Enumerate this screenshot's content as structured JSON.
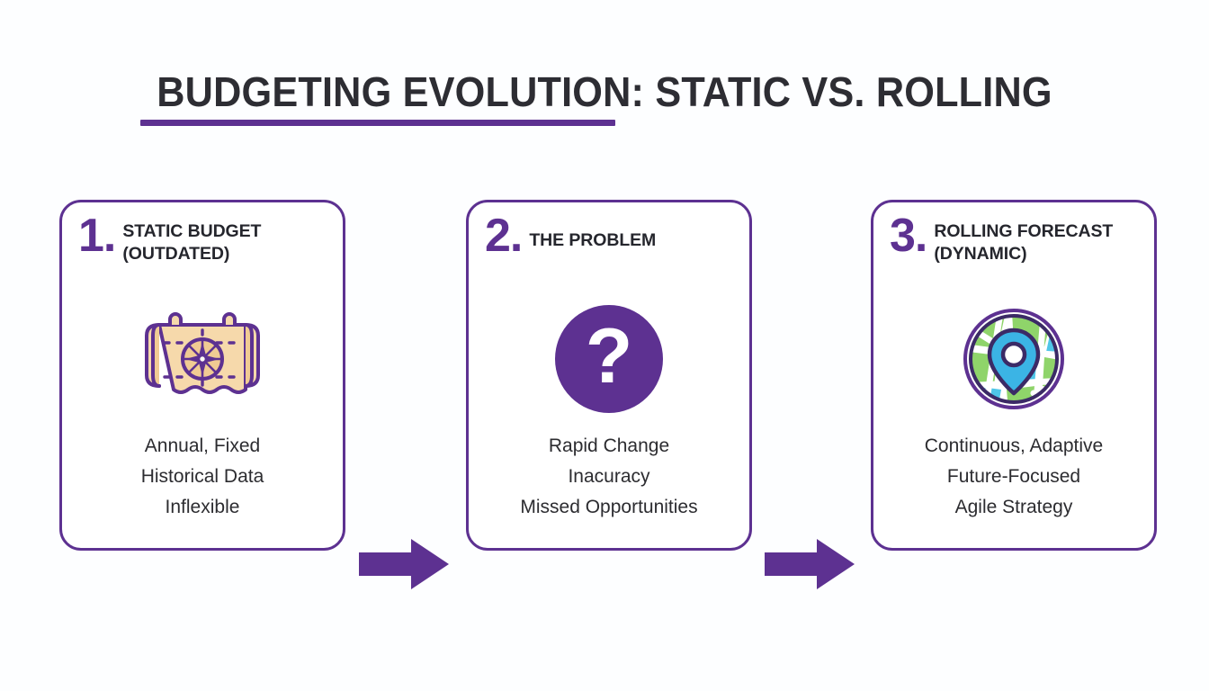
{
  "title": {
    "text": "BUDGETING EVOLUTION: STATIC VS. ROLLING",
    "underline_color": "#5d3191",
    "text_color": "#2d2d33"
  },
  "theme": {
    "background": "#fdfeff",
    "accent_purple": "#5d3191",
    "card_border": "#5d3191",
    "body_text": "#2c2c30",
    "heading_text": "#25262d",
    "map_paper": "#f6d9ab",
    "map_green": "#8fd46a",
    "map_blue": "#4fc6e8",
    "pin_blue": "#3bb4e5"
  },
  "cards": [
    {
      "number": "1.",
      "heading_line1": "STATIC BUDGET",
      "heading_line2": "(OUTDATED)",
      "icon_name": "treasure-map-icon",
      "body": [
        "Annual, Fixed",
        "Historical Data",
        "Inflexible"
      ]
    },
    {
      "number": "2.",
      "heading_line1": "THE PROBLEM",
      "heading_line2": "",
      "icon_name": "question-mark-circle-icon",
      "icon_glyph": "?",
      "body": [
        "Rapid Change",
        "Inacuracy",
        "Missed Opportunities"
      ]
    },
    {
      "number": "3.",
      "heading_line1": "ROLLING FORECAST",
      "heading_line2": "(DYNAMIC)",
      "icon_name": "map-location-pin-icon",
      "body": [
        "Continuous, Adaptive",
        "Future-Focused",
        "Agile Strategy"
      ]
    }
  ],
  "arrows": [
    {
      "name": "arrow-static-to-problem",
      "direction": "right"
    },
    {
      "name": "arrow-problem-to-forecast",
      "direction": "right"
    }
  ]
}
